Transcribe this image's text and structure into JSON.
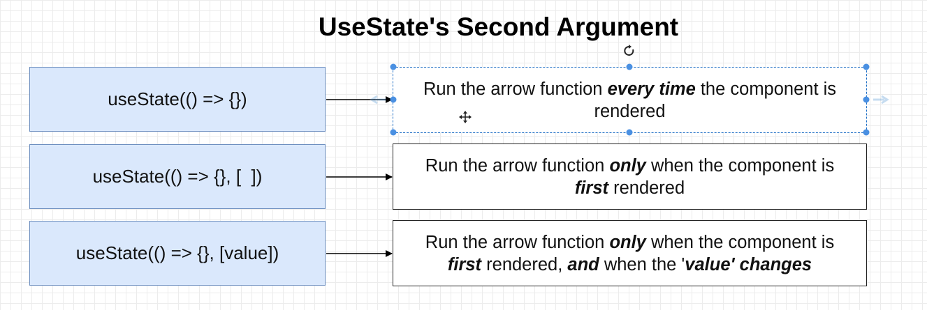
{
  "title": "UseState's Second Argument",
  "rows": [
    {
      "left_label": "useState(() => {})",
      "right_text": [
        [
          {
            "t": "Run the arrow function "
          },
          {
            "t": "every time",
            "em": true
          },
          {
            "t": " the component is"
          }
        ],
        [
          {
            "t": "rendered"
          }
        ]
      ]
    },
    {
      "left_label": "useState(() => {}, [  ])",
      "right_text": [
        [
          {
            "t": "Run the arrow function "
          },
          {
            "t": "only",
            "em": true
          },
          {
            "t": " when the component is"
          }
        ],
        [
          {
            "t": "first",
            "em": true
          },
          {
            "t": " rendered"
          }
        ]
      ]
    },
    {
      "left_label": "useState(() => {}, [value])",
      "right_text": [
        [
          {
            "t": "Run the arrow function "
          },
          {
            "t": "only",
            "em": true
          },
          {
            "t": " when the component is"
          }
        ],
        [
          {
            "t": "first",
            "em": true
          },
          {
            "t": " rendered, "
          },
          {
            "t": "and",
            "em": true
          },
          {
            "t": " when the '"
          },
          {
            "t": "value' changes",
            "em": true
          }
        ]
      ]
    }
  ],
  "colors": {
    "left_fill": "#dae8fc",
    "left_stroke": "#6c8ebf",
    "selection": "#1f6fc5",
    "handle": "#3b82f6"
  },
  "icons": [
    "rotate-icon",
    "move-cursor-icon",
    "connect-arrow-icon"
  ]
}
